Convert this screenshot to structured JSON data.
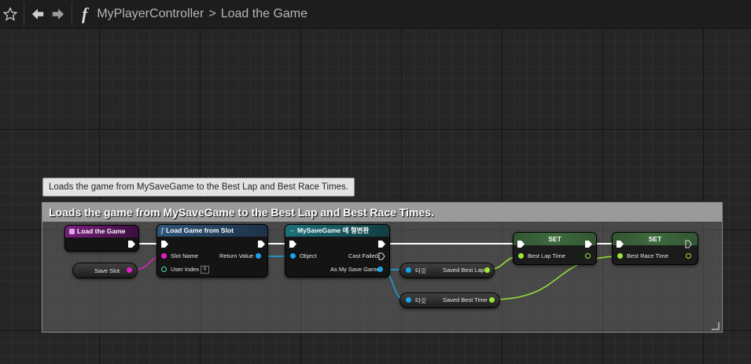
{
  "breadcrumb": {
    "owner": "MyPlayerController",
    "separator": ">",
    "function": "Load the Game"
  },
  "icons": {
    "favorite": "star-outline-icon",
    "back": "arrow-left-icon",
    "forward": "arrow-right-icon",
    "function": "function-f-icon"
  },
  "tooltip": "Loads the game from MySaveGame to the Best Lap and Best Race Times.",
  "comment": {
    "title": "Loads the game from MySaveGame to the Best Lap and Best Race Times."
  },
  "nodes": {
    "entry": {
      "title": "Load the Game",
      "color": "#6a1a6e"
    },
    "load_slot": {
      "title": "Load Game from Slot",
      "color": "#2d4a6b",
      "pins": {
        "slot_name": "Slot Name",
        "user_index": "User Index",
        "user_index_value": "0",
        "return_value": "Return Value"
      }
    },
    "cast": {
      "title": "MySaveGame 에 형변환",
      "color": "#1c5e66",
      "pins": {
        "object": "Object",
        "cast_failed": "Cast Failed",
        "as": "As My Save Game"
      }
    },
    "save_slot_var": {
      "label": "Save Slot"
    },
    "get_lap": {
      "target": "타깃",
      "label": "Saved Best Lap"
    },
    "get_time": {
      "target": "타깃",
      "label": "Saved Best Time"
    },
    "set_lap": {
      "title": "SET",
      "pin": "Best Lap Time",
      "color": "#3e8a3e"
    },
    "set_race": {
      "title": "SET",
      "pin": "Best Race Time",
      "color": "#3e8a3e"
    }
  },
  "colors": {
    "string_pin": "#e61ec8",
    "object_pin": "#1aa3e8",
    "float_pin": "#9ae63a",
    "exec_pin": "#ffffff"
  }
}
